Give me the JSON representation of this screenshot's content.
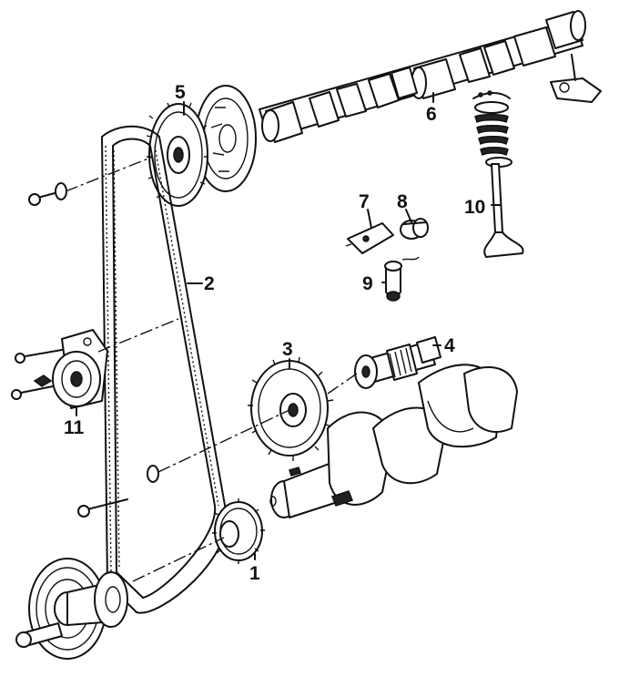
{
  "labels": {
    "p1": "1",
    "p2": "2",
    "p3": "3",
    "p4": "4",
    "p5": "5",
    "p6": "6",
    "p7": "7",
    "p8": "8",
    "p9": "9",
    "p10": "10",
    "p11": "11"
  }
}
